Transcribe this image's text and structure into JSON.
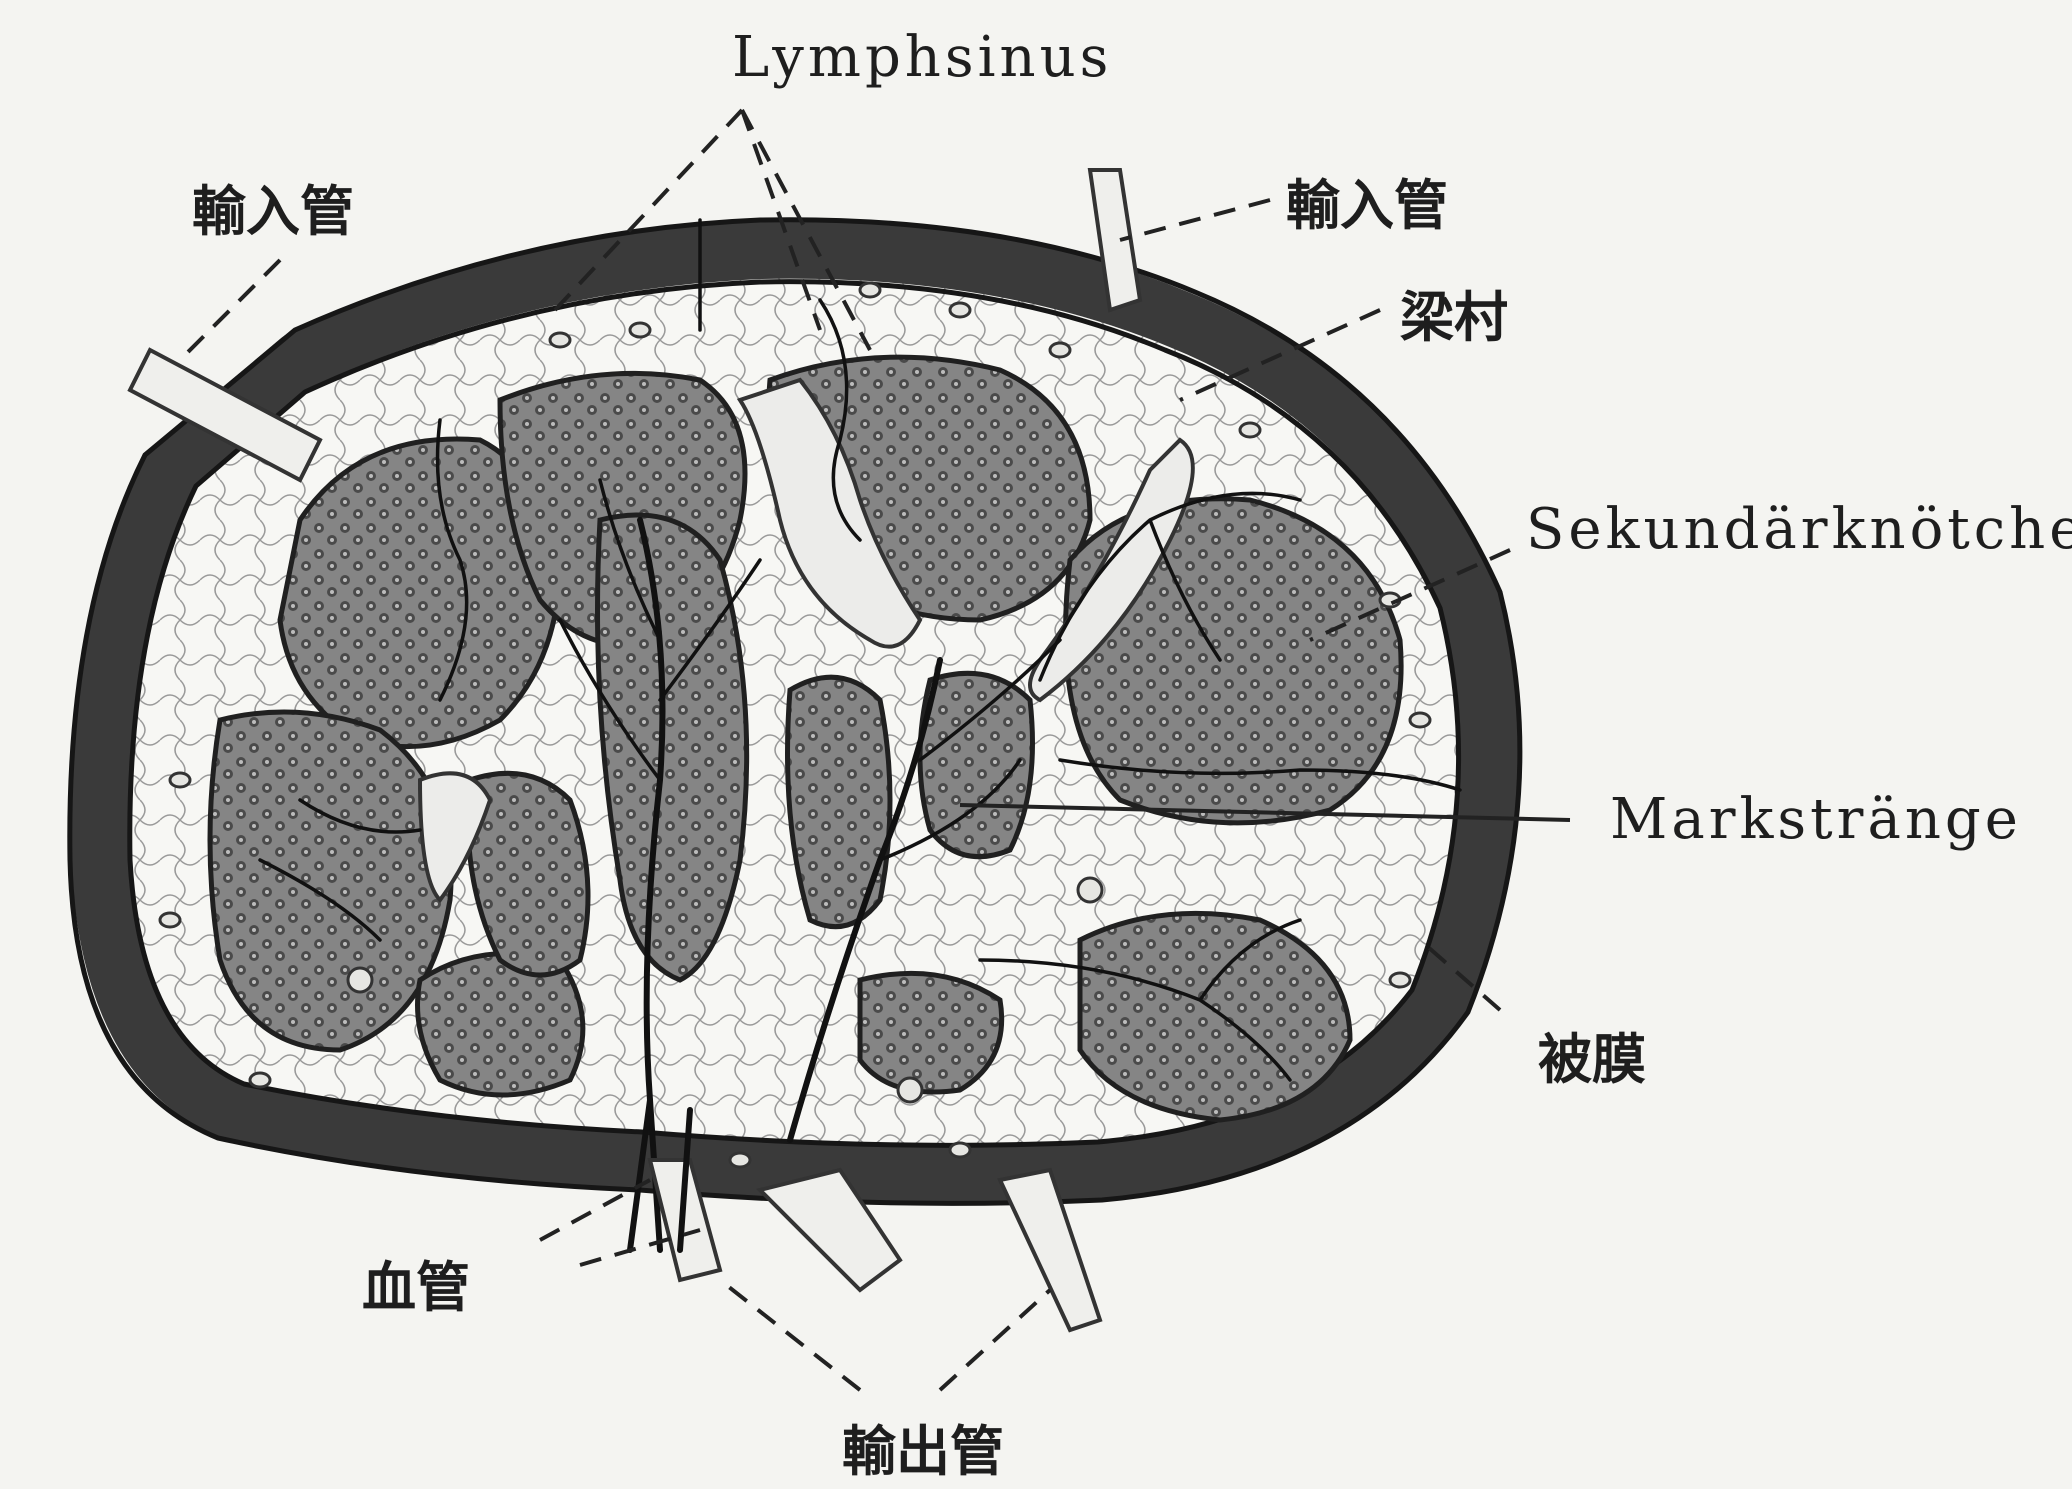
{
  "labels": {
    "lymphsinus": "Lymphsinus",
    "afferent_left": "輸入管",
    "afferent_right": "輸入管",
    "trabecula": "梁村",
    "secondary_nodules": "Sekundärknötchen",
    "medullary_cords": "Markstränge",
    "capsule": "被膜",
    "blood_vessel": "血管",
    "efferent": "輸出管"
  }
}
